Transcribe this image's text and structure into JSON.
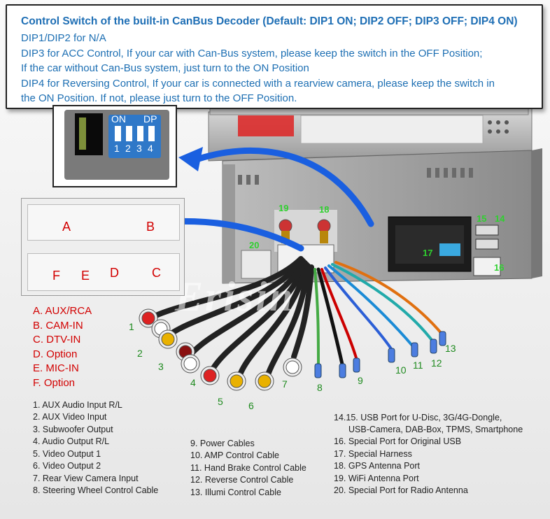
{
  "callout": {
    "title": "Control Switch of the built-in CanBus Decoder (Default: DIP1 ON; DIP2 OFF; DIP3 OFF; DIP4 ON)",
    "lines": [
      "DIP1/DIP2 for N/A",
      "DIP3 for ACC Control, If your car with Can-Bus system, please keep the switch in the OFF Position;",
      "If the car without Can-Bus system, just turn to the ON Position",
      "DIP4 for Reversing Control, If your car is connected with a rearview camera, please keep the switch in",
      "the ON Position. If not, please just turn to the OFF Position."
    ]
  },
  "dip_switch": {
    "on": "ON",
    "dp": "DP",
    "numbers": [
      "1",
      "2",
      "3",
      "4"
    ]
  },
  "connector_labels": [
    "A",
    "B",
    "F",
    "E",
    "D",
    "C"
  ],
  "connector_legend": [
    "A. AUX/RCA",
    "B. CAM-IN",
    "C. DTV-IN",
    "D. Option",
    "E. MIC-IN",
    "F. Option"
  ],
  "port_numbers": [
    "19",
    "18",
    "20",
    "15",
    "14",
    "17",
    "16"
  ],
  "cable_numbers": [
    "1",
    "2",
    "3",
    "4",
    "5",
    "6",
    "7",
    "8",
    "9",
    "10",
    "11",
    "12",
    "13"
  ],
  "watermark": "Erisin",
  "legend_col1": [
    "1. AUX Audio Input R/L",
    "2. AUX Video Input",
    "3. Subwoofer Output",
    "4. Audio Output R/L",
    "5. Video Output 1",
    "6. Video Output 2",
    "7. Rear View Camera Input",
    "8. Steering Wheel Control Cable"
  ],
  "legend_col2": [
    "9. Power Cables",
    "10. AMP Control Cable",
    "11. Hand Brake Control Cable",
    "12. Reverse Control Cable",
    "13. Illumi Control Cable"
  ],
  "legend_col3": [
    "14.15. USB Port for U-Disc, 3G/4G-Dongle,",
    "USB-Camera, DAB-Box, TPMS, Smartphone",
    "16. Special Port for Original USB",
    "17. Special Harness",
    "18. GPS Antenna Port",
    "19. WiFi Antenna Port",
    "20. Special Port for Radio Antenna"
  ],
  "colors": {
    "title_blue": "#1f6fb5",
    "legend_red": "#d20000",
    "number_green": "#1e8a1e",
    "arrow_blue": "#1a5fe0"
  }
}
